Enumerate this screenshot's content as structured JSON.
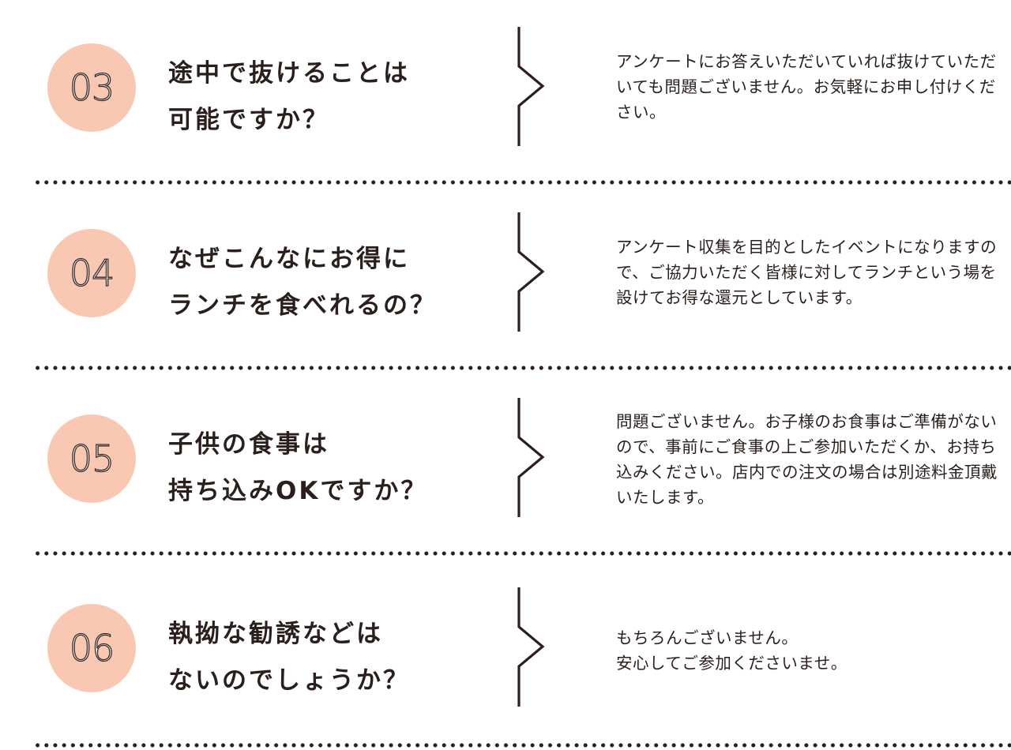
{
  "faq": [
    {
      "number": "03",
      "question_lines": [
        "途中で抜けることは",
        "可能ですか？"
      ],
      "answer": "アンケートにお答えいただいていれば抜けていただいても問題ございません。お気軽にお申し付けください。"
    },
    {
      "number": "04",
      "question_lines": [
        "なぜこんなにお得に",
        "ランチを食べれるの？"
      ],
      "answer": "アンケート収集を目的としたイベントになりますので、ご協力いただく皆様に対してランチという場を設けてお得な還元としています。"
    },
    {
      "number": "05",
      "question_lines": [
        "子供の食事は",
        "持ち込みOKですか？"
      ],
      "answer": "問題ございません。お子様のお食事はご準備がないので、事前にご食事の上ご参加いただくか、お持ち込みください。店内での注文の場合は別途料金頂戴いたします。"
    },
    {
      "number": "06",
      "question_lines": [
        "執拗な勧誘などは",
        "ないのでしょうか？"
      ],
      "answer": "もちろんございません。\n安心してご参加くださいませ。"
    }
  ],
  "colors": {
    "circle": "#f8c8b3",
    "text": "#2a1f1d"
  }
}
